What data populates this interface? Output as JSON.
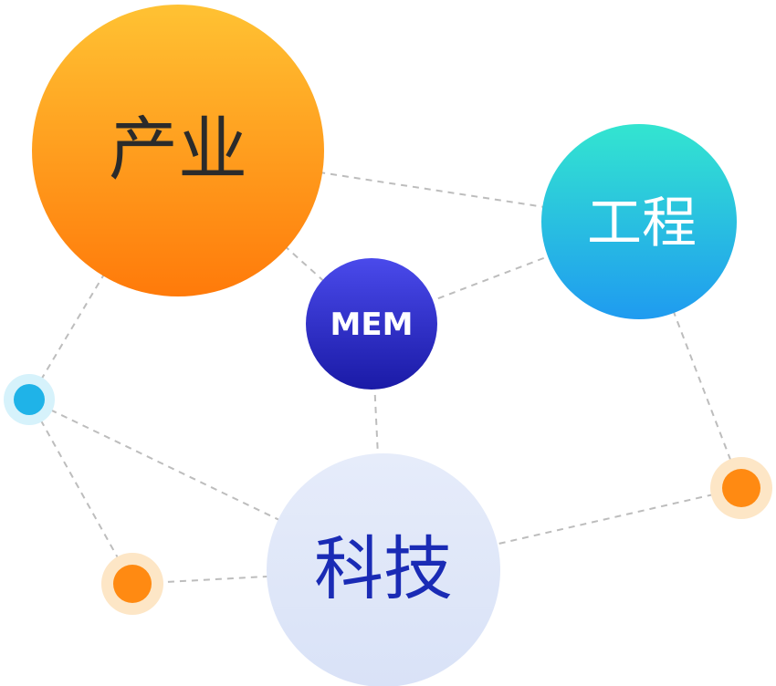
{
  "nodes": {
    "industry": {
      "label": "产业",
      "color_top": "#FFC233",
      "color_bottom": "#FF7A0A",
      "text_color": "#2B2B2B"
    },
    "engineering": {
      "label": "工程",
      "color_top": "#33E5D0",
      "color_bottom": "#1F9BF0",
      "text_color": "#FFFFFF"
    },
    "mem": {
      "label": "MEM",
      "color_top": "#4A4AEB",
      "color_bottom": "#1A1AA6",
      "text_color": "#FFFFFF"
    },
    "technology": {
      "label": "科技",
      "color_top": "#E6ECFA",
      "color_bottom": "#D9E2F7",
      "text_color": "#1A2BB5"
    }
  },
  "dots": {
    "cyan": {
      "core": "#1FB3E8",
      "halo": "#D6F2FB"
    },
    "orange": {
      "core": "#FF8A12",
      "halo": "#FDE6C6"
    }
  },
  "connector_color": "#BDBDBD"
}
